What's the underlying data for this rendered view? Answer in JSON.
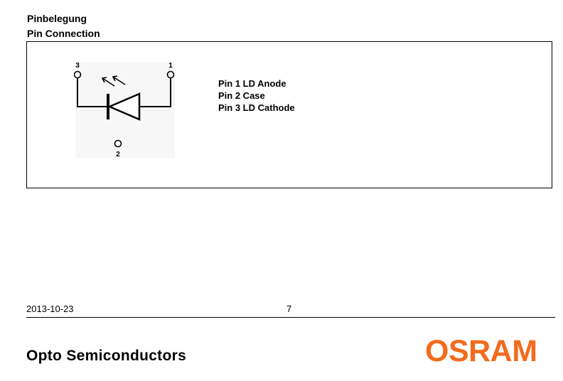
{
  "headings": {
    "german": "Pinbelegung",
    "english": "Pin Connection"
  },
  "schematic": {
    "pin_labels": {
      "pin3": "3",
      "pin1": "1",
      "pin2": "2"
    },
    "symbol_icon": "laser-diode-icon"
  },
  "pins": [
    "Pin 1 LD Anode",
    "Pin 2 Case",
    "Pin 3 LD Cathode"
  ],
  "footer": {
    "date": "2013-10-23",
    "page_number": "7",
    "company": "Opto Semiconductors",
    "logo_text": "OSRAM"
  },
  "colors": {
    "text": "#000000",
    "brand": "#f26b1d"
  }
}
